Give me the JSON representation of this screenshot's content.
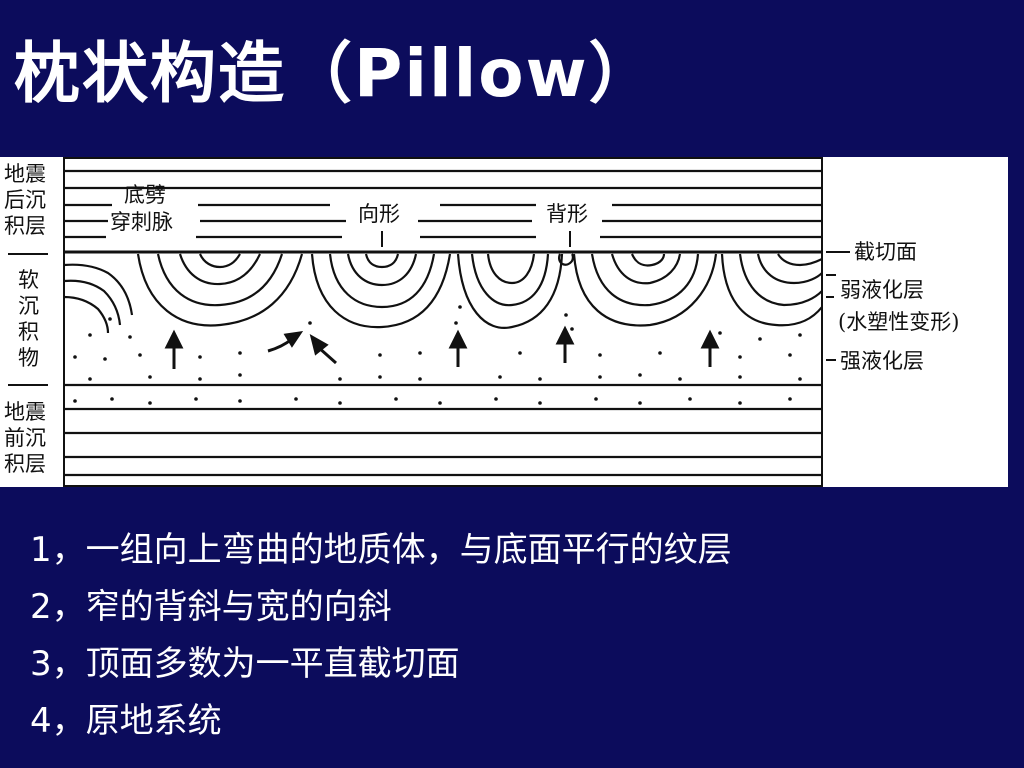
{
  "title": "枕状构造（Pillow）",
  "diagram": {
    "left_labels": {
      "post_seismic": [
        "地震",
        "后沉",
        "积层"
      ],
      "soft_sediment": [
        "软",
        "沉",
        "积",
        "物"
      ],
      "pre_seismic": [
        "地震",
        "前沉",
        "积层"
      ]
    },
    "inner_labels": {
      "injection_vein": [
        "底劈",
        "穿刺脉"
      ],
      "syncline": "向形",
      "anticline": "背形"
    },
    "right_labels": {
      "truncation_surface": "截切面",
      "weak_liquefaction": "弱液化层",
      "plastic_deformation": "(水塑性变形)",
      "strong_liquefaction": "强液化层"
    }
  },
  "points": [
    "1，一组向上弯曲的地质体，与底面平行的纹层",
    "2，窄的背斜与宽的向斜",
    "3，顶面多数为一平直截切面",
    "4，原地系统"
  ]
}
